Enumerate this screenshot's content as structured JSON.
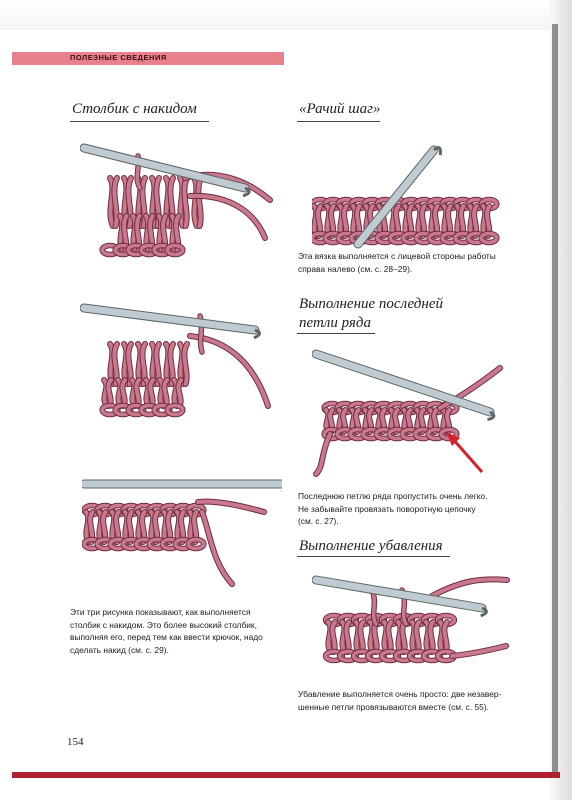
{
  "header": {
    "label": "ПОЛЕЗНЫЕ СВЕДЕНИЯ"
  },
  "sections": {
    "double_crochet": {
      "title": "Столбик с накидом",
      "caption": [
        "Эти три рисунка показывают, как выполняется",
        "столбик с накидом. Это более высокий столбик,",
        "выполняя его, перед тем как ввести крючок, надо",
        "сделать накид (см. с. 29)."
      ]
    },
    "crab_stitch": {
      "title": "«Рачий шаг»",
      "caption": [
        "Эта вязка выполняется с лицевой стороны работы",
        "справа налево (см. с. 28–29)."
      ]
    },
    "last_loop": {
      "title_lines": [
        "Выполнение последней",
        "петли ряда"
      ],
      "caption": [
        "Последнюю петлю ряда пропустить очень легко.",
        "Не забывайте провязать поворотную цепочку",
        "(см. с. 27)."
      ]
    },
    "decrease": {
      "title": "Выполнение убавления",
      "caption": [
        "Убавление выполняется очень просто: две незавер-",
        "шенные петли провязываются вместе (см. с. 55)."
      ]
    }
  },
  "page_number": "154",
  "colors": {
    "header_band": "#e8818b",
    "yarn": "#c9788d",
    "yarn_outline": "#6e2e40",
    "hook": "#bfcbd0",
    "arrow": "#d6202a",
    "bottom_edge": "#b02030"
  },
  "icons": [
    "crochet-hook-icon",
    "red-arrow-icon"
  ]
}
